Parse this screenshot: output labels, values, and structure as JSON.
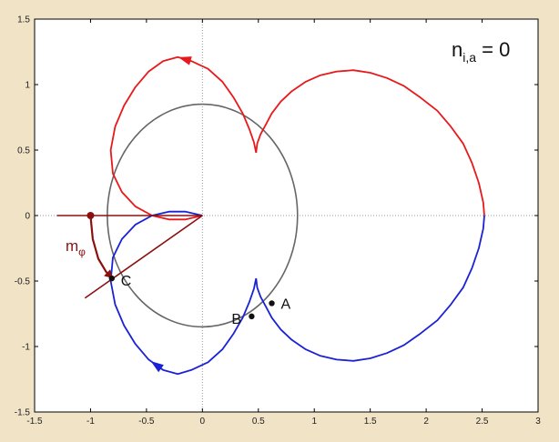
{
  "chart_data": {
    "type": "line",
    "title": "",
    "xlabel": "",
    "ylabel": "",
    "xlim": [
      -1.5,
      3
    ],
    "ylim": [
      -1.5,
      1.5
    ],
    "xticks": [
      -1.5,
      -1,
      -0.5,
      0,
      0.5,
      1,
      1.5,
      2,
      2.5,
      3
    ],
    "yticks": [
      -1.5,
      -1,
      -0.5,
      0,
      0.5,
      1,
      1.5
    ],
    "xtick_labels": [
      "-1.5",
      "-1",
      "-0.5",
      "0",
      "0.5",
      "1",
      "1.5",
      "2",
      "2.5",
      "3"
    ],
    "ytick_labels": [
      "-1.5",
      "-1",
      "-0.5",
      "0",
      "0.5",
      "1",
      "1.5"
    ],
    "grid": "dotted zero lines",
    "annotation": {
      "base": "n",
      "sub": "i,a",
      "rest": " = 0"
    },
    "moment_label": {
      "base": "m",
      "sub": "φ"
    },
    "circle": {
      "center": [
        0,
        0
      ],
      "radius": 0.85,
      "color": "#666666"
    },
    "series": [
      {
        "color": "#e8191b",
        "values": [
          [
            0.48,
            0.48
          ],
          [
            0.49,
            0.55
          ],
          [
            0.52,
            0.62
          ],
          [
            0.57,
            0.7
          ],
          [
            0.62,
            0.78
          ],
          [
            0.7,
            0.87
          ],
          [
            0.8,
            0.95
          ],
          [
            0.92,
            1.02
          ],
          [
            1.05,
            1.07
          ],
          [
            1.2,
            1.1
          ],
          [
            1.35,
            1.11
          ],
          [
            1.5,
            1.09
          ],
          [
            1.65,
            1.05
          ],
          [
            1.8,
            0.99
          ],
          [
            1.95,
            0.9
          ],
          [
            2.1,
            0.8
          ],
          [
            2.22,
            0.68
          ],
          [
            2.33,
            0.55
          ],
          [
            2.41,
            0.4
          ],
          [
            2.47,
            0.25
          ],
          [
            2.51,
            0.1
          ],
          [
            2.52,
            0.0
          ]
        ]
      },
      {
        "color": "#e8191b",
        "values": [
          [
            0.48,
            0.48
          ],
          [
            0.46,
            0.56
          ],
          [
            0.42,
            0.66
          ],
          [
            0.36,
            0.78
          ],
          [
            0.28,
            0.9
          ],
          [
            0.18,
            1.02
          ],
          [
            0.05,
            1.12
          ],
          [
            -0.1,
            1.18
          ],
          [
            -0.22,
            1.21
          ],
          [
            -0.35,
            1.18
          ],
          [
            -0.48,
            1.1
          ],
          [
            -0.6,
            0.98
          ],
          [
            -0.7,
            0.84
          ],
          [
            -0.78,
            0.68
          ],
          [
            -0.82,
            0.5
          ],
          [
            -0.8,
            0.32
          ],
          [
            -0.72,
            0.18
          ],
          [
            -0.6,
            0.07
          ],
          [
            -0.45,
            0.0
          ],
          [
            -0.3,
            -0.03
          ],
          [
            -0.15,
            -0.03
          ],
          [
            -0.05,
            -0.01
          ],
          [
            0.0,
            0.0
          ]
        ]
      },
      {
        "color": "#1b22d6",
        "values": [
          [
            0.48,
            -0.48
          ],
          [
            0.49,
            -0.55
          ],
          [
            0.52,
            -0.62
          ],
          [
            0.57,
            -0.7
          ],
          [
            0.62,
            -0.78
          ],
          [
            0.7,
            -0.87
          ],
          [
            0.8,
            -0.95
          ],
          [
            0.92,
            -1.02
          ],
          [
            1.05,
            -1.07
          ],
          [
            1.2,
            -1.1
          ],
          [
            1.35,
            -1.11
          ],
          [
            1.5,
            -1.09
          ],
          [
            1.65,
            -1.05
          ],
          [
            1.8,
            -0.99
          ],
          [
            1.95,
            -0.9
          ],
          [
            2.1,
            -0.8
          ],
          [
            2.22,
            -0.68
          ],
          [
            2.33,
            -0.55
          ],
          [
            2.41,
            -0.4
          ],
          [
            2.47,
            -0.25
          ],
          [
            2.51,
            -0.1
          ],
          [
            2.52,
            0.0
          ]
        ]
      },
      {
        "color": "#1b22d6",
        "values": [
          [
            0.48,
            -0.48
          ],
          [
            0.46,
            -0.56
          ],
          [
            0.42,
            -0.66
          ],
          [
            0.36,
            -0.78
          ],
          [
            0.28,
            -0.9
          ],
          [
            0.18,
            -1.02
          ],
          [
            0.05,
            -1.12
          ],
          [
            -0.1,
            -1.18
          ],
          [
            -0.22,
            -1.21
          ],
          [
            -0.35,
            -1.18
          ],
          [
            -0.48,
            -1.1
          ],
          [
            -0.6,
            -0.98
          ],
          [
            -0.7,
            -0.84
          ],
          [
            -0.78,
            -0.68
          ],
          [
            -0.82,
            -0.5
          ],
          [
            -0.8,
            -0.32
          ],
          [
            -0.72,
            -0.18
          ],
          [
            -0.6,
            -0.07
          ],
          [
            -0.45,
            0.0
          ],
          [
            -0.3,
            0.03
          ],
          [
            -0.15,
            0.03
          ],
          [
            -0.05,
            0.01
          ],
          [
            0.0,
            0.0
          ]
        ]
      }
    ],
    "moment_arc": {
      "color": "#8b1010",
      "values": [
        [
          -1.0,
          0.0
        ],
        [
          -0.98,
          -0.18
        ],
        [
          -0.93,
          -0.33
        ],
        [
          -0.86,
          -0.43
        ],
        [
          -0.8,
          -0.48
        ]
      ]
    },
    "construction_lines": [
      {
        "color": "#8b1010",
        "from": [
          -1.3,
          0.0
        ],
        "to": [
          0.0,
          0.0
        ]
      },
      {
        "color": "#8b1010",
        "from": [
          -1.05,
          -0.63
        ],
        "to": [
          0.0,
          0.0
        ]
      }
    ],
    "points": [
      {
        "label": "A",
        "x": 0.62,
        "y": -0.67
      },
      {
        "label": "B",
        "x": 0.44,
        "y": -0.77
      },
      {
        "label": "C",
        "x": -0.81,
        "y": -0.48
      }
    ]
  }
}
